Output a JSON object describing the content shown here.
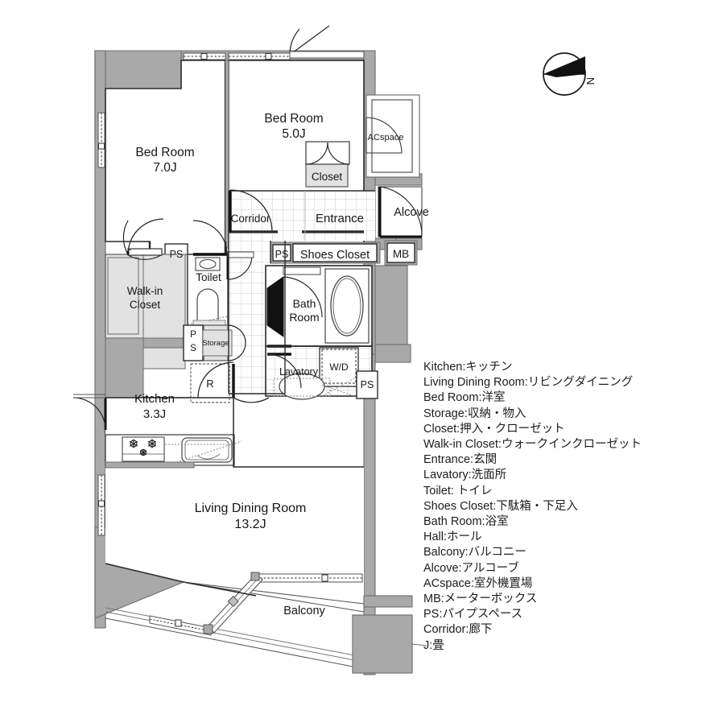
{
  "document": {
    "type": "floor-plan",
    "unit_label": "J"
  },
  "compass": {
    "north_label": "N",
    "needle_direction": "west"
  },
  "rooms": [
    {
      "id": "bed-room-7",
      "name": "Bed Room",
      "size": "7.0J"
    },
    {
      "id": "bed-room-5",
      "name": "Bed Room",
      "size": "5.0J"
    },
    {
      "id": "living-dining",
      "name": "Living Dining Room",
      "size": "13.2J"
    },
    {
      "id": "kitchen",
      "name": "Kitchen",
      "size": "3.3J"
    }
  ],
  "labels": {
    "bed_room_7_name": "Bed Room",
    "bed_room_7_size": "7.0J",
    "bed_room_5_name": "Bed Room",
    "bed_room_5_size": "5.0J",
    "living_dining_name": "Living Dining Room",
    "living_dining_size": "13.2J",
    "kitchen_name": "Kitchen",
    "kitchen_size": "3.3J",
    "corridor": "Corridor",
    "entrance": "Entrance",
    "alcove": "Alcove",
    "acspace": "ACspace",
    "closet": "Closet",
    "shoes_closet": "Shoes Closet",
    "walk_in_closet_line1": "Walk-in",
    "walk_in_closet_line2": "Closet",
    "toilet": "Toilet",
    "storage": "Storage",
    "bath_room_line1": "Bath",
    "bath_room_line2": "Room",
    "lavatory": "Lavatory",
    "washer_dryer": "W/D",
    "refrigerator": "R",
    "balcony": "Balcony",
    "mb": "MB",
    "ps_1": "PS",
    "ps_2": "PS",
    "ps_3": "PS",
    "ps_4_line1": "P",
    "ps_4_line2": "S",
    "ps_5": "PS"
  },
  "legend": {
    "entries": [
      "Kitchen:キッチン",
      "Living Dining Room:リビングダイニング",
      "Bed Room:洋室",
      "Storage:収納・物入",
      "Closet:押入・クローゼット",
      "Walk-in Closet:ウォークインクローゼット",
      "Entrance:玄関",
      "Lavatory:洗面所",
      "Toilet: トイレ",
      "Shoes Closet:下駄箱・下足入",
      "Bath Room:浴室",
      "Hall:ホール",
      "Balcony:バルコニー",
      "Alcove:アルコーブ",
      "ACspace:室外機置場",
      "MB:メーターボックス",
      "PS:パイプスペース",
      "Corridor:廊下",
      "J:畳"
    ]
  },
  "colors": {
    "wall_fill": "#a9a9a9",
    "wall_stroke": "#6e6e6e",
    "room_fill": "#ffffff",
    "closet_fill": "#e2e2e2",
    "tile_grid": "#cfcfcf",
    "text": "#1a1a1a",
    "line": "#222222"
  }
}
